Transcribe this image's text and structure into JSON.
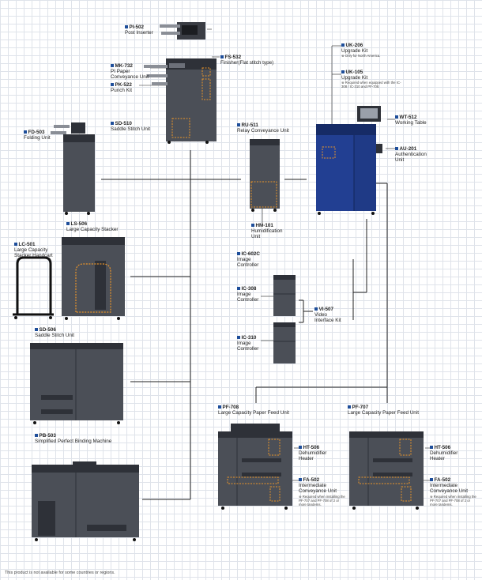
{
  "colors": {
    "machine": "#4b4f57",
    "machine_dark": "#2e3138",
    "main_unit": "#1f3a86",
    "highlight": "#e8942a",
    "wire": "#222222",
    "grid": "#dfe3ea",
    "bullet": "#1e4e9a"
  },
  "labels": {
    "pi502": {
      "code": "PI-502",
      "desc": "Post Inserter"
    },
    "fs532": {
      "code": "FS-532",
      "desc": "Finisher(Flat stitch type)"
    },
    "mk732": {
      "code": "MK-732",
      "desc": "PI Paper Conveyance Unit"
    },
    "pk522": {
      "code": "PK-522",
      "desc": "Punch Kit"
    },
    "sd510": {
      "code": "SD-510",
      "desc": "Saddle Stitch Unit"
    },
    "fd503": {
      "code": "FD-503",
      "desc": "Folding Unit"
    },
    "ru511": {
      "code": "RU-511",
      "desc": "Relay Conveyance Unit"
    },
    "hm101": {
      "code": "HM-101",
      "desc": "Humidification Unit"
    },
    "uk206": {
      "code": "UK-206",
      "desc": "Upgrade Kit",
      "note": "※ Only for North America."
    },
    "uk105": {
      "code": "UK-105",
      "desc": "Upgrade Kit",
      "note": "※ Required when equipped with the IC-308 / IC-310 and PF-708."
    },
    "wt512": {
      "code": "WT-512",
      "desc": "Working Table"
    },
    "au201": {
      "code": "AU-201",
      "desc": "Authentication Unit"
    },
    "ls506": {
      "code": "LS-506",
      "desc": "Large Capacity Stacker"
    },
    "lc501": {
      "code": "LC-501",
      "desc": "Large Capacity Stacker Handcart"
    },
    "ic602c": {
      "code": "IC-602C",
      "desc": "Image Controller"
    },
    "ic308": {
      "code": "IC-308",
      "desc": "Image Controller"
    },
    "ic310": {
      "code": "IC-310",
      "desc": "Image Controller"
    },
    "vi507": {
      "code": "VI-507",
      "desc": "Video Interface Kit"
    },
    "sd506": {
      "code": "SD-506",
      "desc": "Saddle Stitch Unit"
    },
    "pb503": {
      "code": "PB-503",
      "desc": "Simplified Perfect Binding Machine"
    },
    "pf708": {
      "code": "PF-708",
      "desc": "Large Capacity Paper Feed Unit"
    },
    "pf707": {
      "code": "PF-707",
      "desc": "Large Capacity Paper Feed Unit"
    },
    "ht506a": {
      "code": "HT-506",
      "desc": "Dehumidifier Heater"
    },
    "ht506b": {
      "code": "HT-506",
      "desc": "Dehumidifier Heater"
    },
    "fa502a": {
      "code": "FA-502",
      "desc": "Intermediate Conveyance Unit",
      "note": "※ Required when installing the PF-707 and PF-708 of 2 or more tandems."
    },
    "fa502b": {
      "code": "FA-502",
      "desc": "Intermediate Conveyance Unit",
      "note": "※ Required when installing the PF-707 and PF-708 of 2 or more tandems."
    }
  },
  "footnote": "This product is not available for some countries or regions."
}
